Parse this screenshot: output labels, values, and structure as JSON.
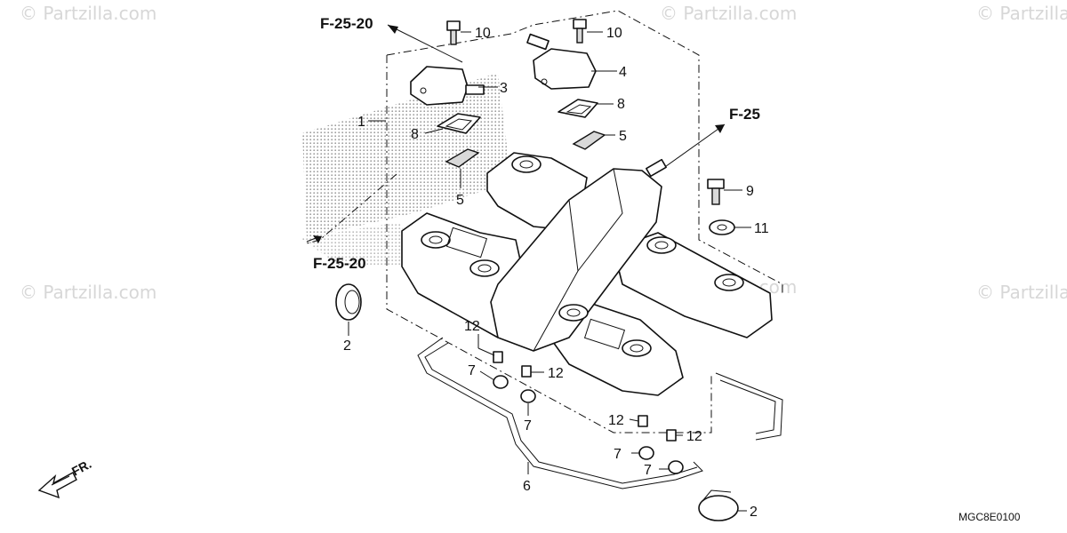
{
  "watermark": {
    "text": "© Partzilla.com"
  },
  "references": {
    "f25_20_top": "F-25-20",
    "f25_20_left": "F-25-20",
    "f25": "F-25"
  },
  "callouts": {
    "c1": "1",
    "c2a": "2",
    "c2b": "2",
    "c3": "3",
    "c4": "4",
    "c5a": "5",
    "c5b": "5",
    "c6": "6",
    "c7a": "7",
    "c7b": "7",
    "c7c": "7",
    "c7d": "7",
    "c8a": "8",
    "c8b": "8",
    "c9": "9",
    "c10a": "10",
    "c10b": "10",
    "c11": "11",
    "c12a": "12",
    "c12b": "12",
    "c12c": "12",
    "c12d": "12"
  },
  "front_indicator": "FR.",
  "diagram_code": "MGC8E0100",
  "colors": {
    "line": "#111111",
    "watermark": "#d7d7d7",
    "halftone": "#9a9a9a"
  }
}
